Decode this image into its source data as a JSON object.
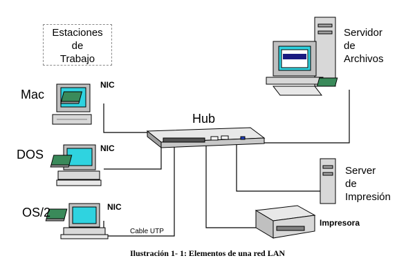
{
  "diagram": {
    "workstations_title": "Estaciones de Trabajo",
    "workstations_title_lines": [
      "Estaciones",
      "de",
      "Trabajo"
    ],
    "mac_label": "Mac",
    "dos_label": "DOS",
    "os2_label": "OS/2",
    "nic_label": "NIC",
    "hub_label": "Hub",
    "file_server_lines": [
      "Servidor",
      "de",
      "Archivos"
    ],
    "print_server_lines": [
      "Server",
      "de",
      "Impresión"
    ],
    "printer_label": "Impresora",
    "cable_label": "Cable UTP",
    "caption": "Ilustración 1- 1:  Elementos de una red LAN"
  },
  "colors": {
    "screen": "#2fd3e0",
    "case_light": "#e8e8e8",
    "case_mid": "#c0c0c0",
    "case_dark": "#808080",
    "nic_board": "#3a8a5a",
    "wire": "#000000"
  }
}
